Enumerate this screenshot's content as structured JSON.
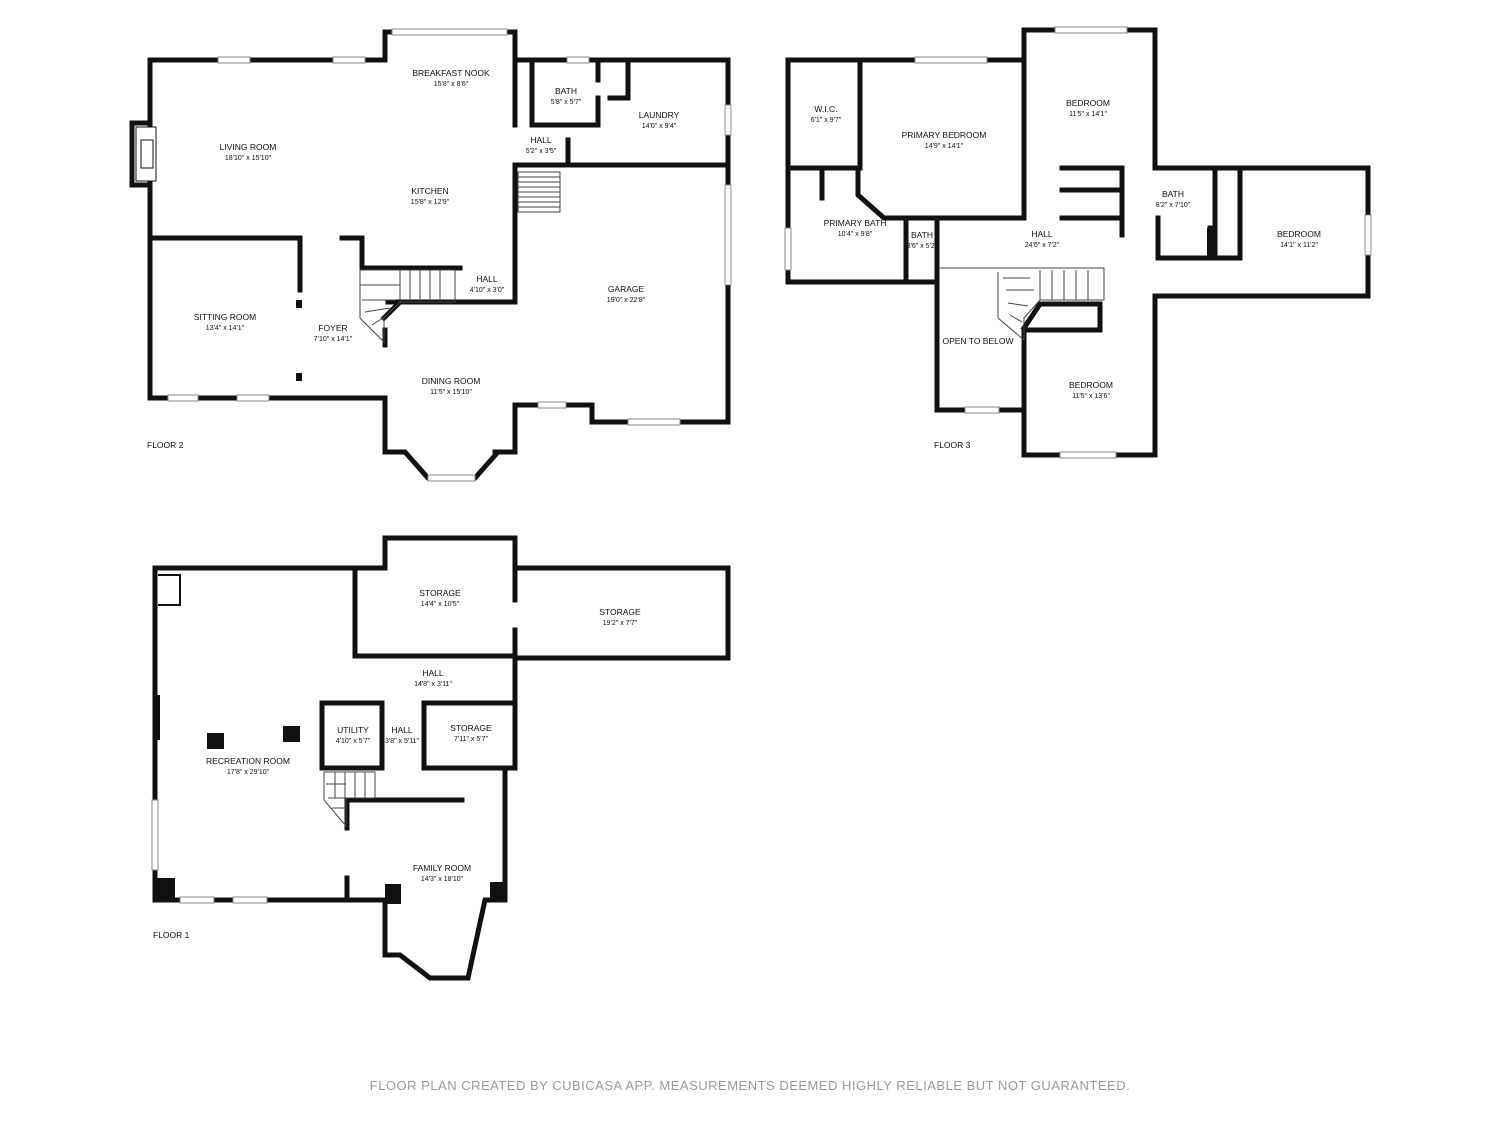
{
  "floors": [
    {
      "label": "FLOOR 2",
      "rooms": [
        {
          "name": "BREAKFAST NOOK",
          "dim": "15'8\" x 8'6\""
        },
        {
          "name": "BATH",
          "dim": "5'8\" x 5'7\""
        },
        {
          "name": "LAUNDRY",
          "dim": "14'0\" x 9'4\""
        },
        {
          "name": "LIVING ROOM",
          "dim": "18'10\" x 15'10\""
        },
        {
          "name": "HALL",
          "dim": "5'2\" x 3'5\""
        },
        {
          "name": "KITCHEN",
          "dim": "15'8\" x 12'9\""
        },
        {
          "name": "HALL",
          "dim": "4'10\" x 3'0\""
        },
        {
          "name": "GARAGE",
          "dim": "19'0\" x 22'8\""
        },
        {
          "name": "SITTING ROOM",
          "dim": "13'4\" x 14'1\""
        },
        {
          "name": "FOYER",
          "dim": "7'10\" x 14'1\""
        },
        {
          "name": "DINING ROOM",
          "dim": "11'5\" x 15'10\""
        }
      ]
    },
    {
      "label": "FLOOR 3",
      "rooms": [
        {
          "name": "W.I.C.",
          "dim": "6'1\" x 9'7\""
        },
        {
          "name": "PRIMARY BEDROOM",
          "dim": "14'9\" x 14'1\""
        },
        {
          "name": "BEDROOM",
          "dim": "11'5\" x 14'1\""
        },
        {
          "name": "BATH",
          "dim": "8'2\" x 7'10\""
        },
        {
          "name": "PRIMARY BATH",
          "dim": "10'4\" x 9'8\""
        },
        {
          "name": "BATH",
          "dim": "3'6\" x 5'2\""
        },
        {
          "name": "HALL",
          "dim": "24'6\" x 7'2\""
        },
        {
          "name": "BEDROOM",
          "dim": "14'1\" x 11'2\""
        },
        {
          "name": "OPEN TO BELOW",
          "dim": ""
        },
        {
          "name": "BEDROOM",
          "dim": "11'5\" x 13'6\""
        }
      ]
    },
    {
      "label": "FLOOR 1",
      "rooms": [
        {
          "name": "STORAGE",
          "dim": "14'4\" x 10'5\""
        },
        {
          "name": "STORAGE",
          "dim": "19'2\" x 7'7\""
        },
        {
          "name": "HALL",
          "dim": "14'8\" x 3'11\""
        },
        {
          "name": "UTILITY",
          "dim": "4'10\" x 5'7\""
        },
        {
          "name": "HALL",
          "dim": "3'8\" x 5'11\""
        },
        {
          "name": "STORAGE",
          "dim": "7'11\" x 5'7\""
        },
        {
          "name": "RECREATION ROOM",
          "dim": "17'8\" x 29'10\""
        },
        {
          "name": "FAMILY ROOM",
          "dim": "14'3\" x 18'10\""
        }
      ]
    }
  ],
  "footer": "FLOOR PLAN CREATED BY CUBICASA APP. MEASUREMENTS DEEMED HIGHLY RELIABLE BUT NOT GUARANTEED."
}
